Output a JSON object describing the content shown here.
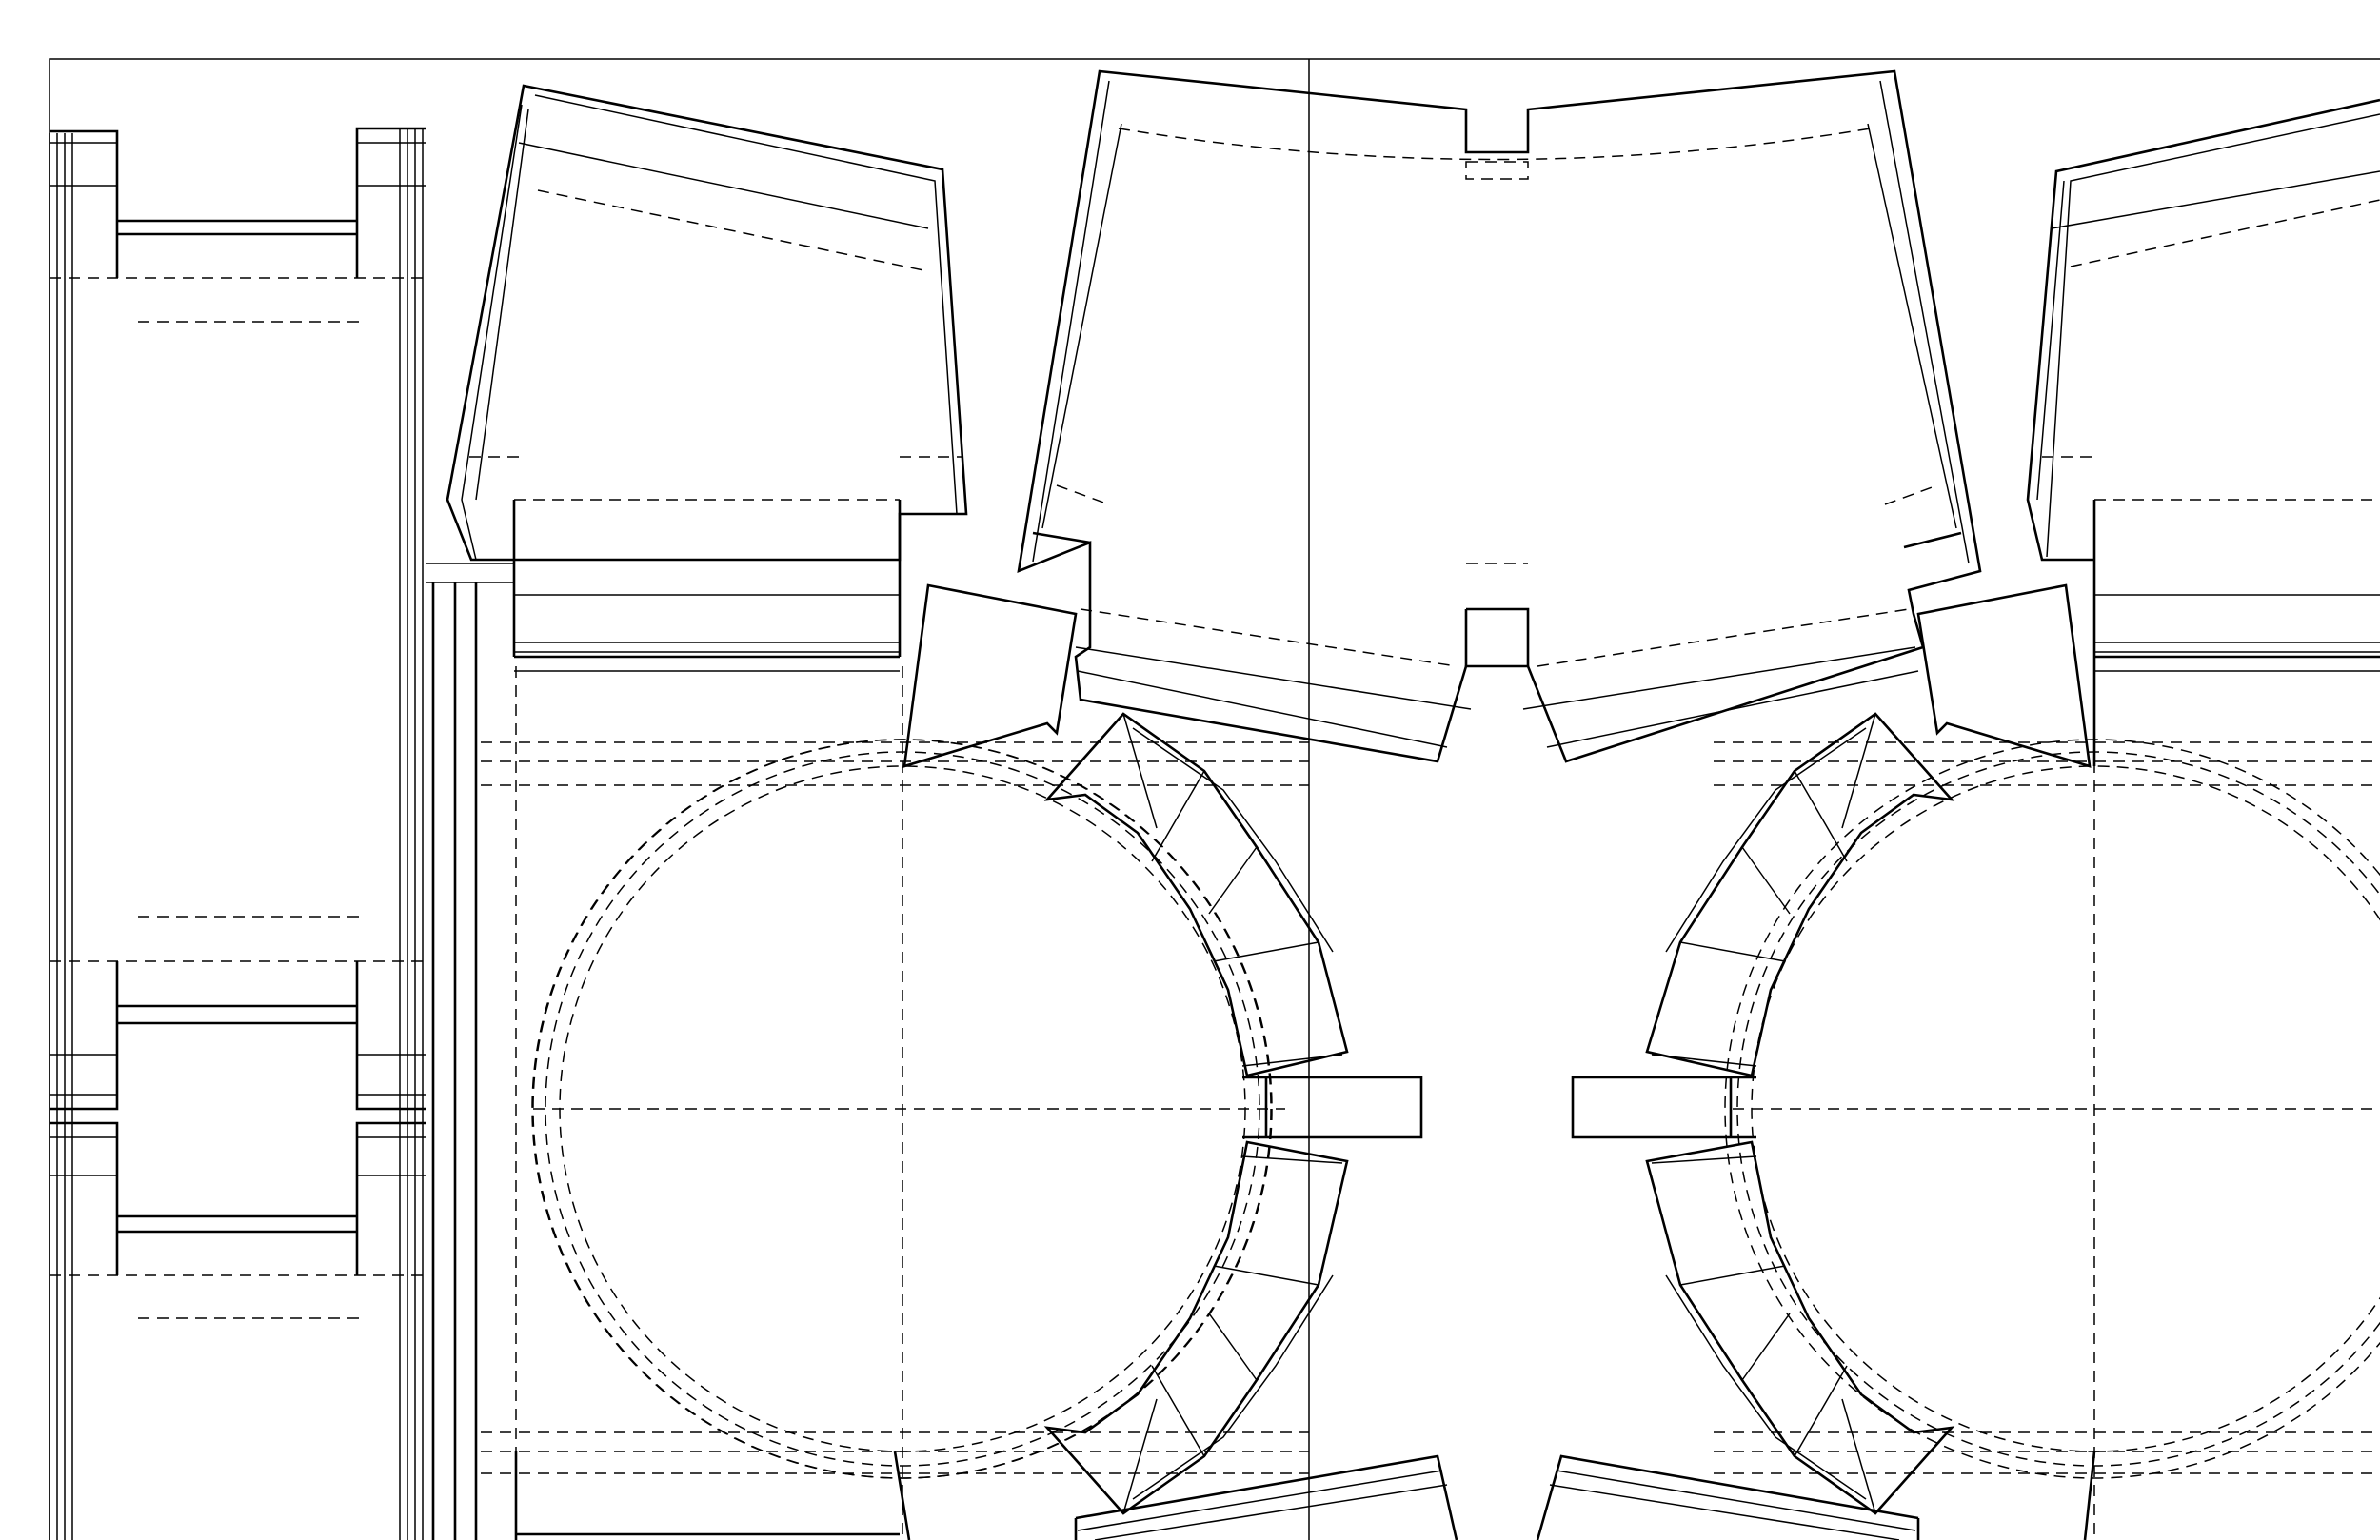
{
  "drawing": {
    "kind": "technical line drawing",
    "line_color": "#000000",
    "background_color": "#ffffff",
    "line_styles": [
      "solid",
      "thin",
      "dashed"
    ]
  }
}
